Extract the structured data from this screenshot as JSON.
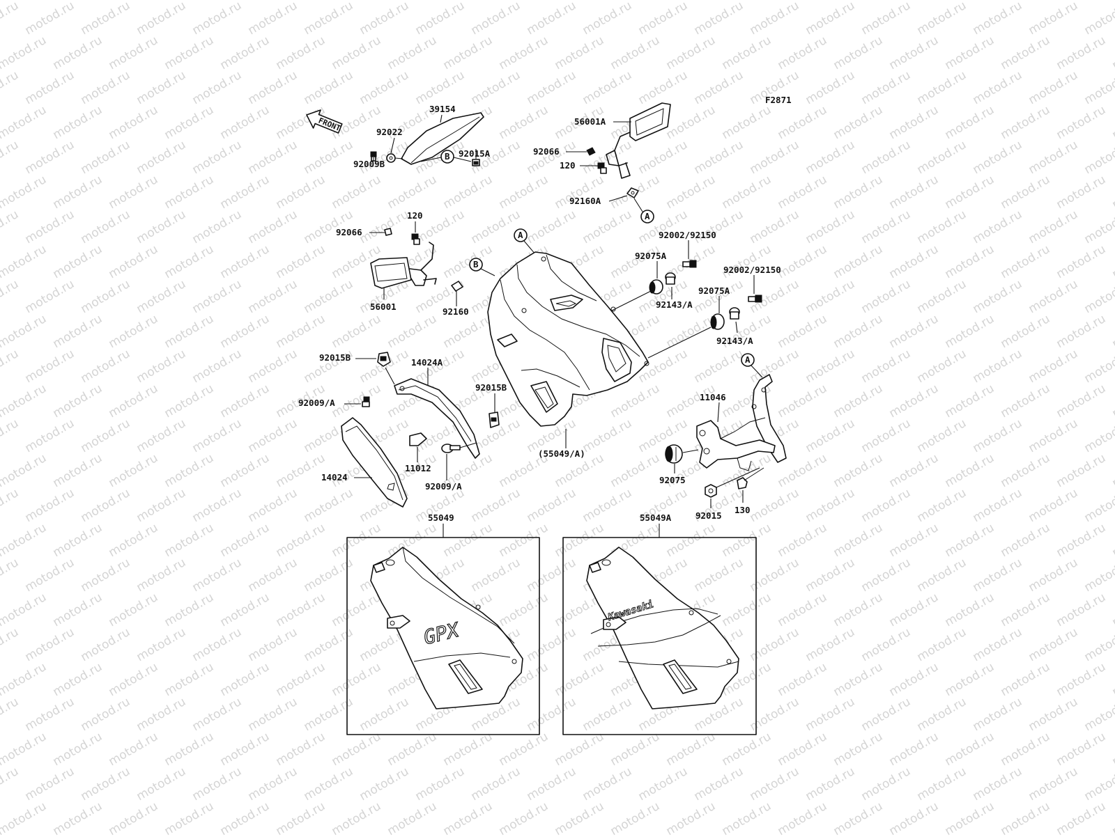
{
  "watermark": "motod.ru",
  "figure_code": "F2871",
  "front_arrow": "FRONT",
  "callouts": {
    "a": "A",
    "b": "B"
  },
  "labels": {
    "p39154": "39154",
    "p92022": "92022",
    "p92015A": "92015A",
    "p92009B": "92009B",
    "p56001A": "56001A",
    "p92066_top": "92066",
    "p120_top": "120",
    "p92160A": "92160A",
    "p92066_left": "92066",
    "p120_left": "120",
    "p56001": "56001",
    "p92160": "92160",
    "p92002_1": "92002/92150",
    "p92075A_1": "92075A",
    "p92143_1": "92143/A",
    "p92002_2": "92002/92150",
    "p92075A_2": "92075A",
    "p92143_2": "92143/A",
    "p92015B_1": "92015B",
    "p14024A": "14024A",
    "p92009_1": "92009/A",
    "p92015B_2": "92015B",
    "p11012": "11012",
    "p92009_2": "92009/A",
    "p14024": "14024",
    "p55049A_paren": "(55049/A)",
    "p11046": "11046",
    "p92075": "92075",
    "p92015": "92015",
    "p130": "130",
    "p55049": "55049",
    "p55049A": "55049A"
  },
  "decals": {
    "gpx": "GPX",
    "kawasaki": "Kawasaki"
  }
}
